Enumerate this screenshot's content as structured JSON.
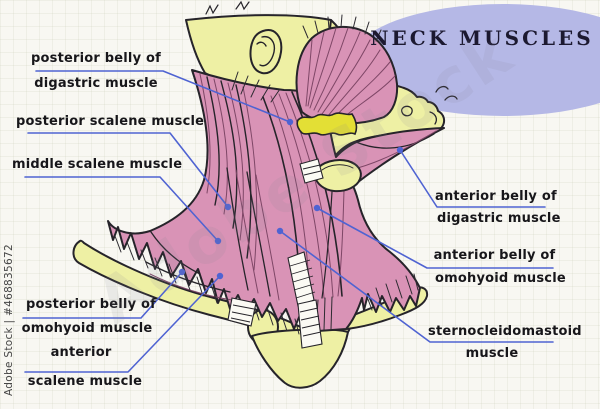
{
  "title": {
    "text": "NECK MUSCLES"
  },
  "annotations": {
    "posterior_digastric": {
      "line1": "posterior belly of",
      "line2": "digastric muscle"
    },
    "posterior_scalene": {
      "line1": "posterior scalene muscle"
    },
    "middle_scalene": {
      "line1": "middle scalene muscle"
    },
    "posterior_omohyoid": {
      "line1": "posterior belly of",
      "line2": "omohyoid muscle"
    },
    "anterior_scalene": {
      "line1": "anterior",
      "line2": "scalene muscle"
    },
    "anterior_digastric": {
      "line1": "anterior belly of",
      "line2": "digastric muscle"
    },
    "anterior_omohyoid": {
      "line1": "anterior belly of",
      "line2": "omohyoid muscle"
    },
    "sternocleidomastoid": {
      "line1": "sternocleidomastoid",
      "line2": "muscle"
    }
  },
  "watermarks": {
    "side": "Adobe Stock | #468835672",
    "diagonal": "Adobe Stock"
  },
  "colors": {
    "muscle_pink": "#d993b6",
    "bone_yellow": "#eef0a4",
    "hyoid_yellow": "#e3df35",
    "ellipse_lavender": "#b5b8e6",
    "leader_blue": "#4f63d2",
    "outline": "#26242a"
  }
}
